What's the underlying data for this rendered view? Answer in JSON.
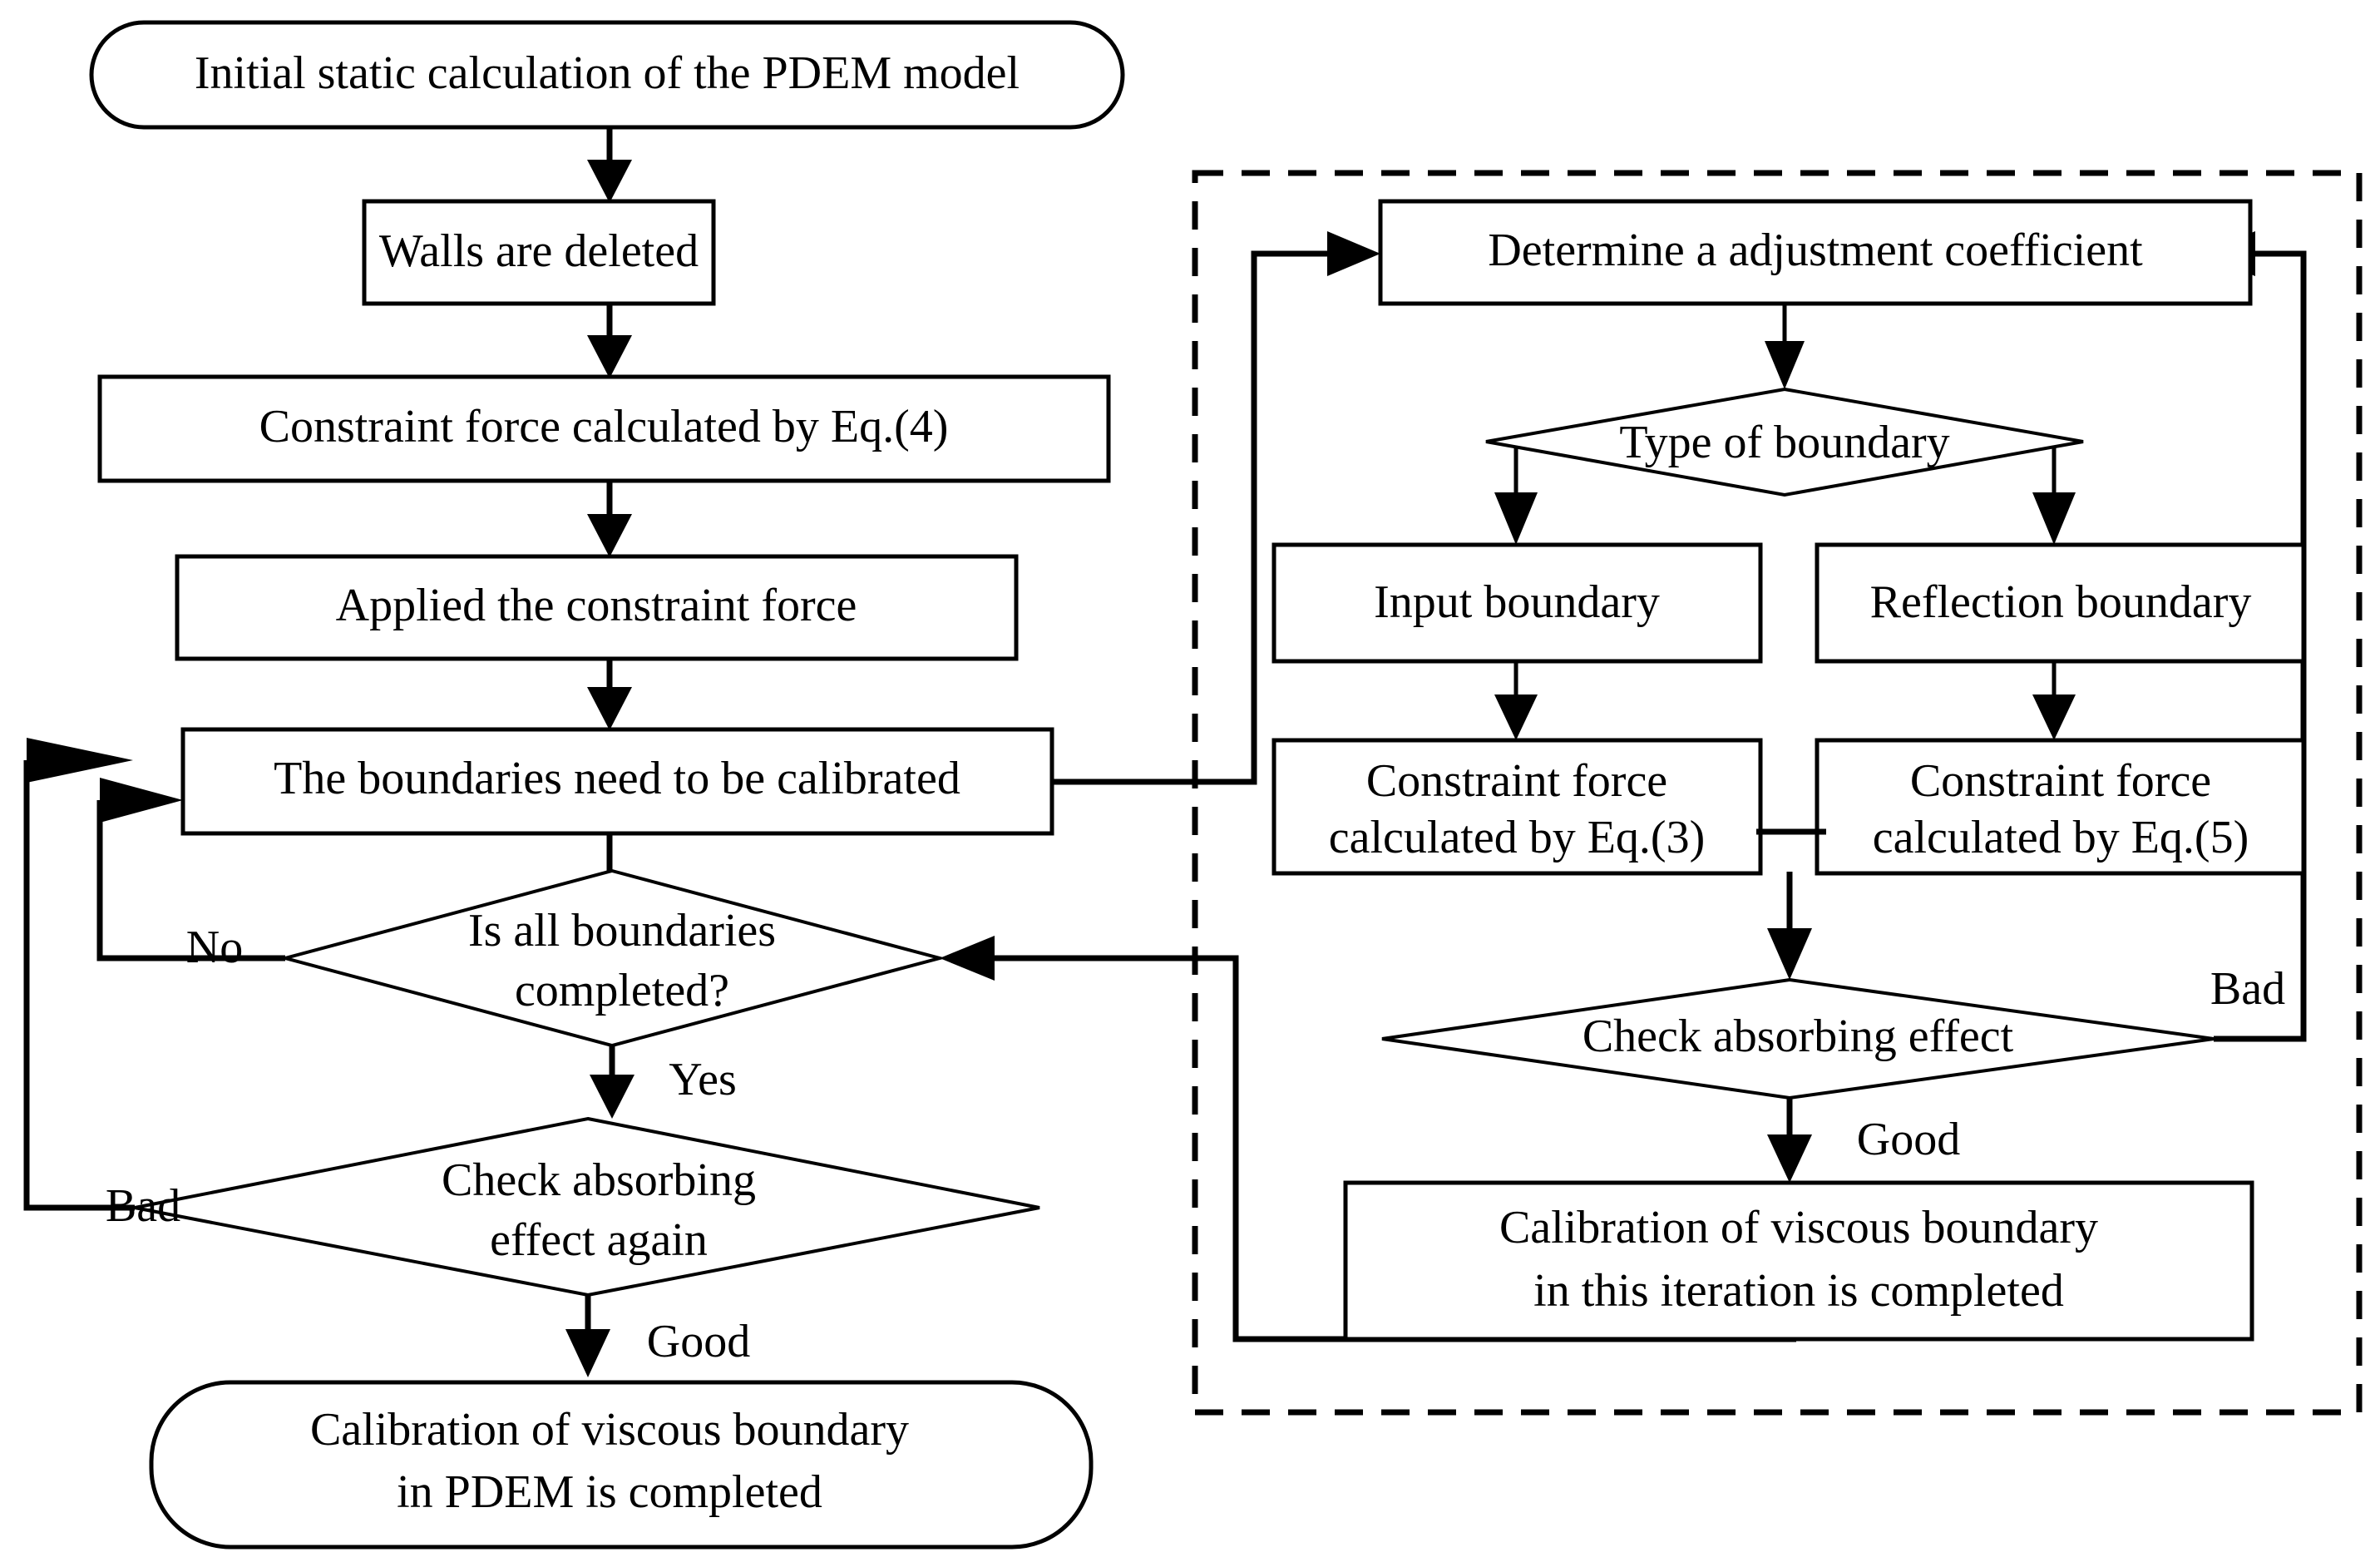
{
  "diagram": {
    "title_type": "flowchart",
    "nodes": {
      "start": "Initial static calculation of the PDEM model",
      "walls_deleted": "Walls are deleted",
      "constraint_eq4": "Constraint force calculated by Eq.(4)",
      "applied_force": "Applied the constraint force",
      "boundaries_calibrate": "The boundaries need to be calibrated",
      "is_all_boundaries_l1": "Is all boundaries",
      "is_all_boundaries_l2": "completed?",
      "check_absorbing_again_l1": "Check absorbing",
      "check_absorbing_again_l2": "effect again",
      "end_l1": "Calibration of viscous boundary",
      "end_l2": "in PDEM is completed",
      "determine_coefficient": "Determine a adjustment coefficient",
      "type_of_boundary": "Type of boundary",
      "input_boundary": "Input boundary",
      "reflection_boundary": "Reflection boundary",
      "constraint_eq3_l1": "Constraint force",
      "constraint_eq3_l2": "calculated by Eq.(3)",
      "constraint_eq5_l1": "Constraint force",
      "constraint_eq5_l2": "calculated by Eq.(5)",
      "check_absorbing": "Check absorbing effect",
      "iteration_done_l1": "Calibration of viscous boundary",
      "iteration_done_l2": "in this iteration is completed"
    },
    "edge_labels": {
      "no": "No",
      "yes": "Yes",
      "bad_left": "Bad",
      "good_left": "Good",
      "bad_right": "Bad",
      "good_right": "Good"
    },
    "colors": {
      "stroke": "#000000",
      "fill": "#ffffff",
      "text": "#000000"
    }
  }
}
